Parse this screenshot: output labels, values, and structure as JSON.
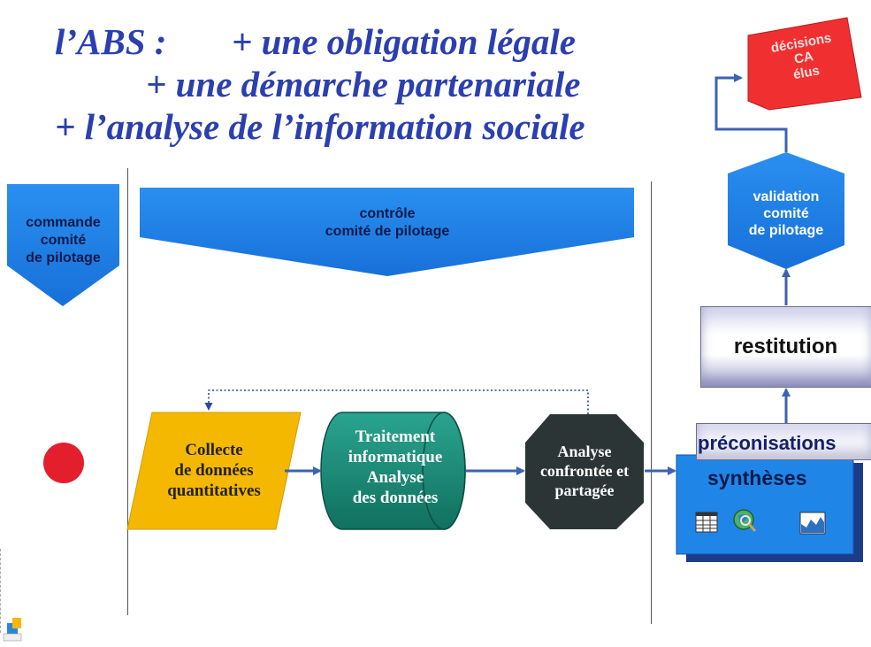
{
  "title": {
    "line1_left": "l’ABS :",
    "line1_right": "+ une obligation légale",
    "line2": "+ une démarche partenariale",
    "line3": "+ l’analyse de l’information sociale"
  },
  "nodes": {
    "commande": [
      "commande",
      "comité",
      "de pilotage"
    ],
    "controle": [
      "contrôle",
      "comité de pilotage"
    ],
    "collecte": [
      "Collecte",
      "de données",
      "quantitatives"
    ],
    "traitement": [
      "Traitement",
      "informatique",
      "Analyse",
      "des données"
    ],
    "analyse": [
      "Analyse",
      "confrontée et",
      "partagée"
    ],
    "syntheses": "synthèses",
    "preconisations": "préconisations",
    "restitution": "restitution",
    "validation": [
      "validation",
      "comité",
      "de pilotage"
    ],
    "decisions": [
      "décisions",
      "CA",
      "élus"
    ]
  },
  "colors": {
    "title": "#2b3fb0",
    "blue_box": "#1f7fe0",
    "yellow": "#f5b800",
    "teal": "#1a8a78",
    "dark": "#2c3535",
    "red_box": "#f03030",
    "red_dot": "#e31e2d",
    "arrow": "#3d63b0"
  },
  "icons": [
    "table-icon",
    "globe-search-icon",
    "area-chart-icon",
    "logo-icon"
  ]
}
